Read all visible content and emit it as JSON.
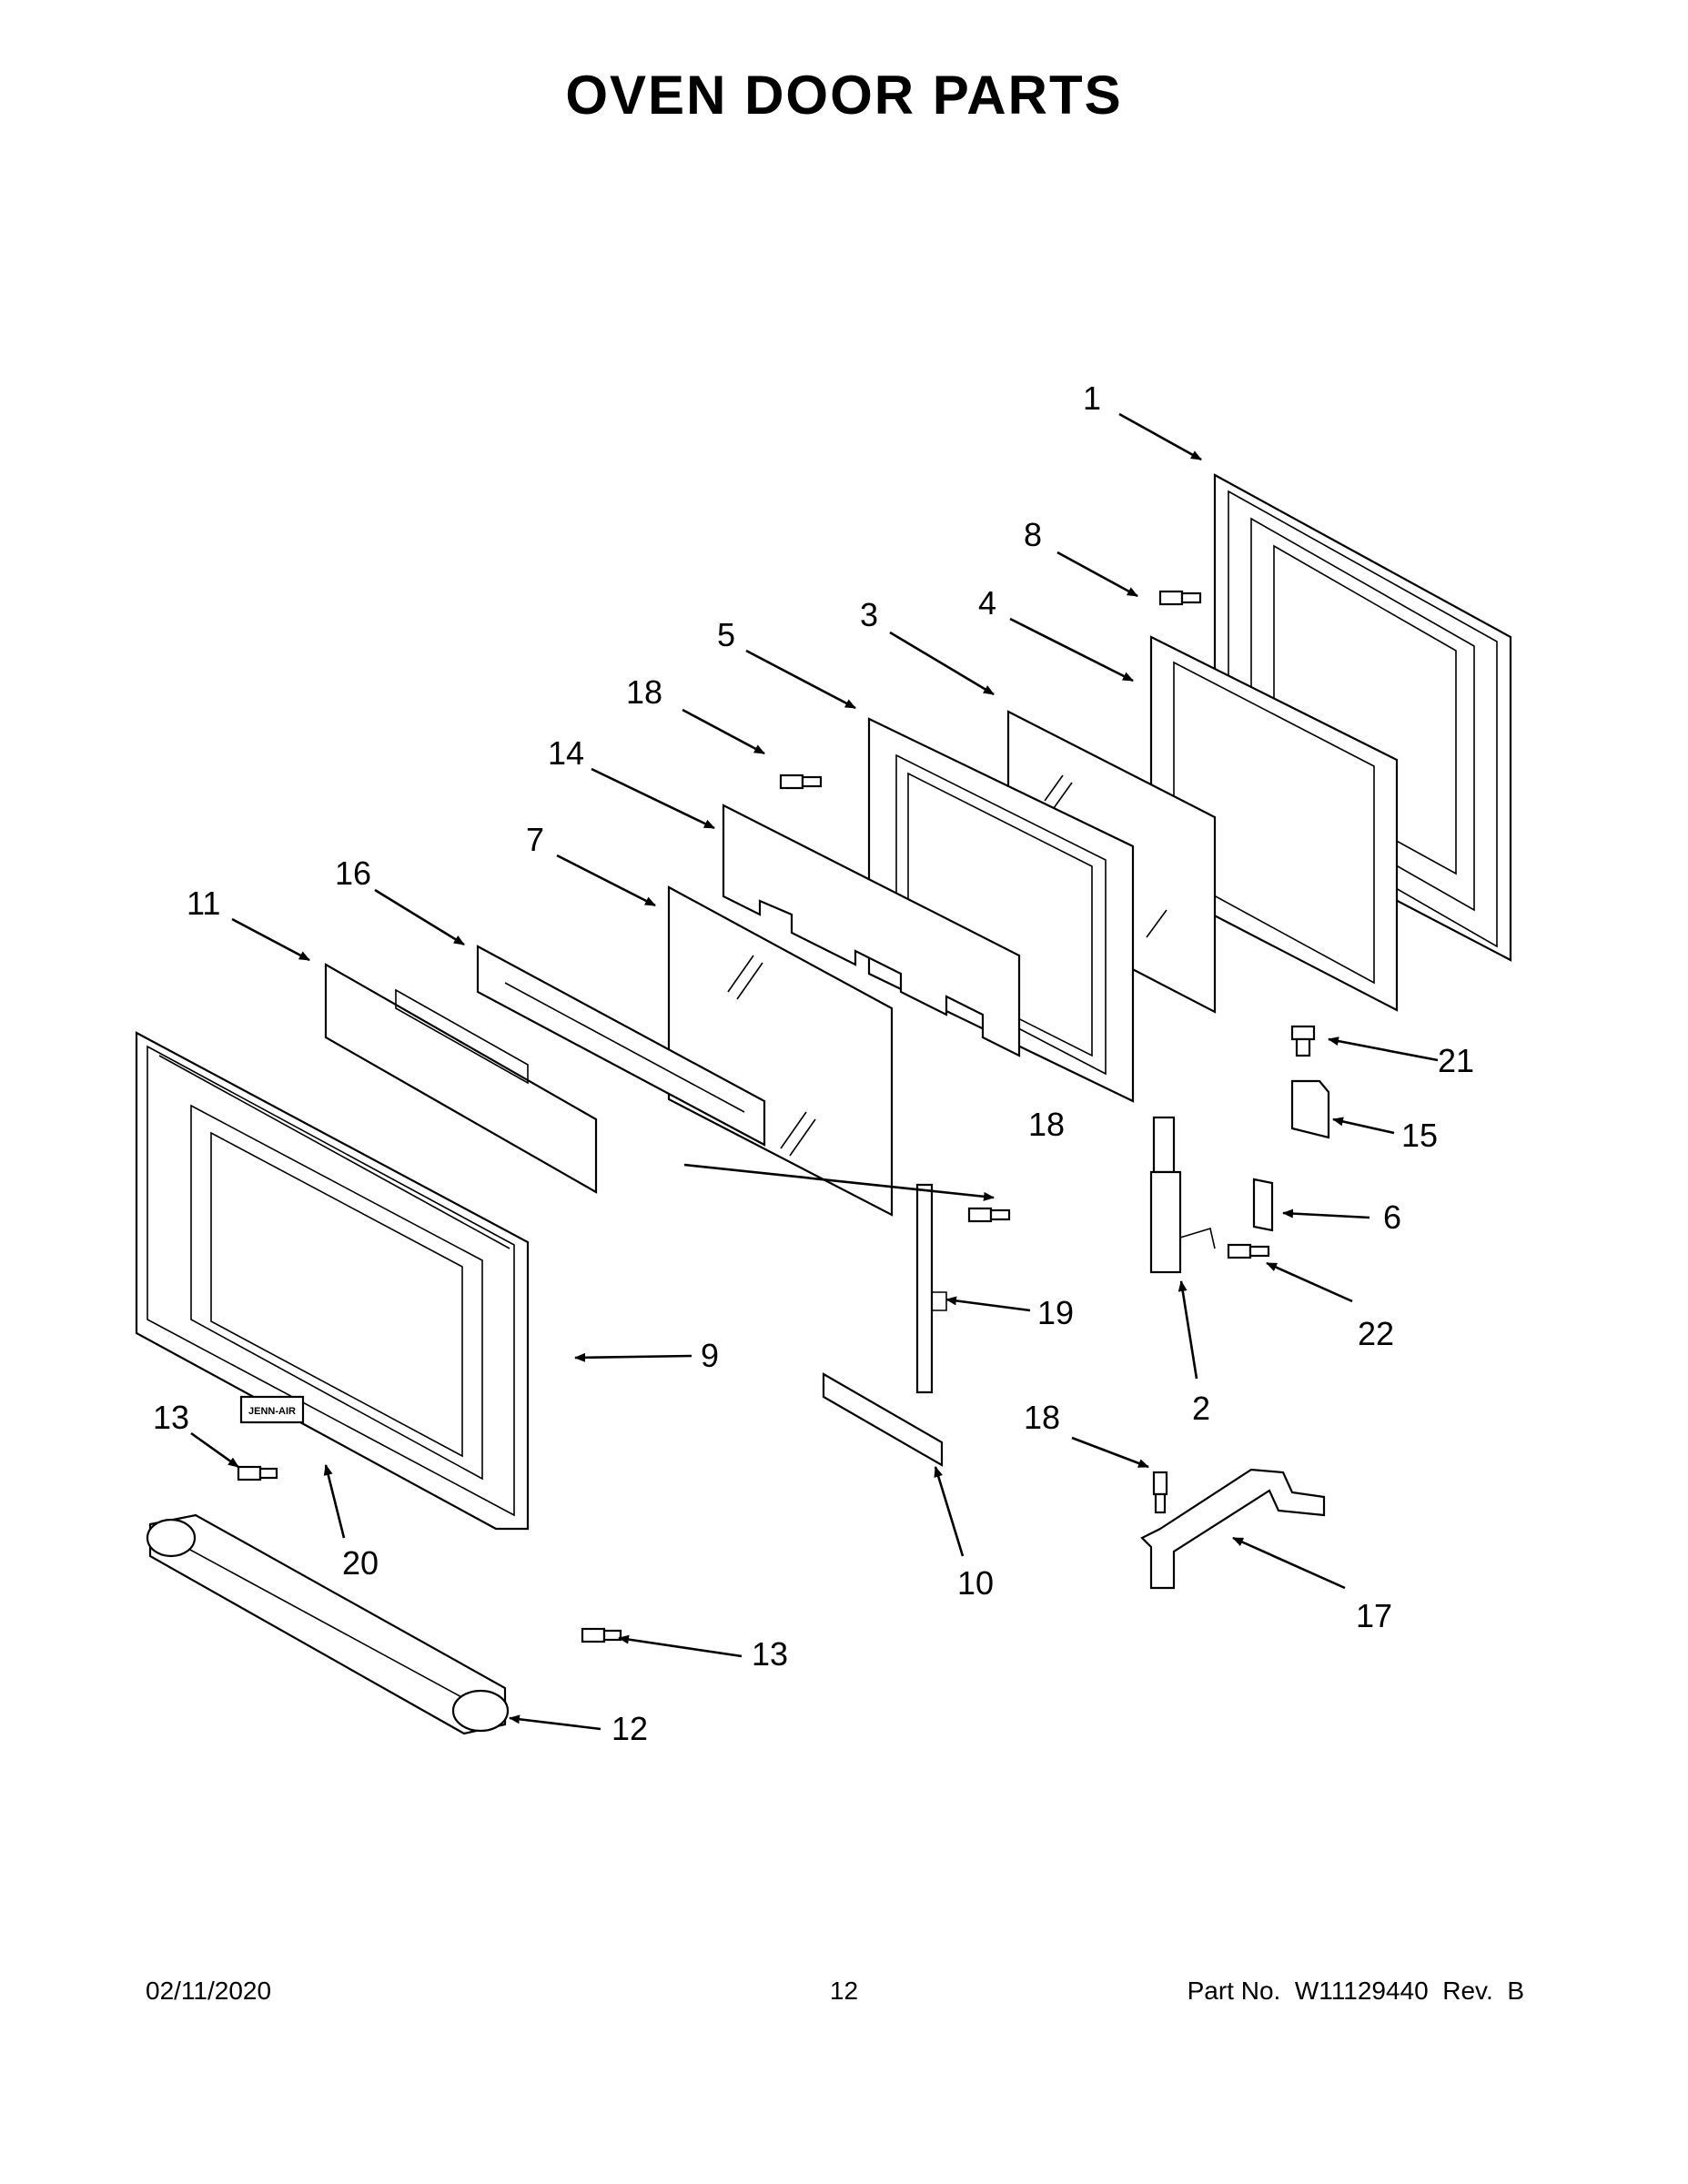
{
  "title": "OVEN DOOR PARTS",
  "footer": {
    "date": "02/11/2020",
    "page": "12",
    "part_no": "Part No.  W11129440  Rev.  B"
  },
  "brand_plate": "JENN-AIR",
  "callouts": {
    "c1": "1",
    "c2": "2",
    "c3": "3",
    "c4": "4",
    "c5": "5",
    "c6": "6",
    "c7": "7",
    "c8": "8",
    "c9": "9",
    "c10": "10",
    "c11": "11",
    "c12": "12",
    "c13a": "13",
    "c13b": "13",
    "c14": "14",
    "c15": "15",
    "c16": "16",
    "c17": "17",
    "c18a": "18",
    "c18b": "18",
    "c18c": "18",
    "c19": "19",
    "c20": "20",
    "c21": "21",
    "c22": "22"
  }
}
